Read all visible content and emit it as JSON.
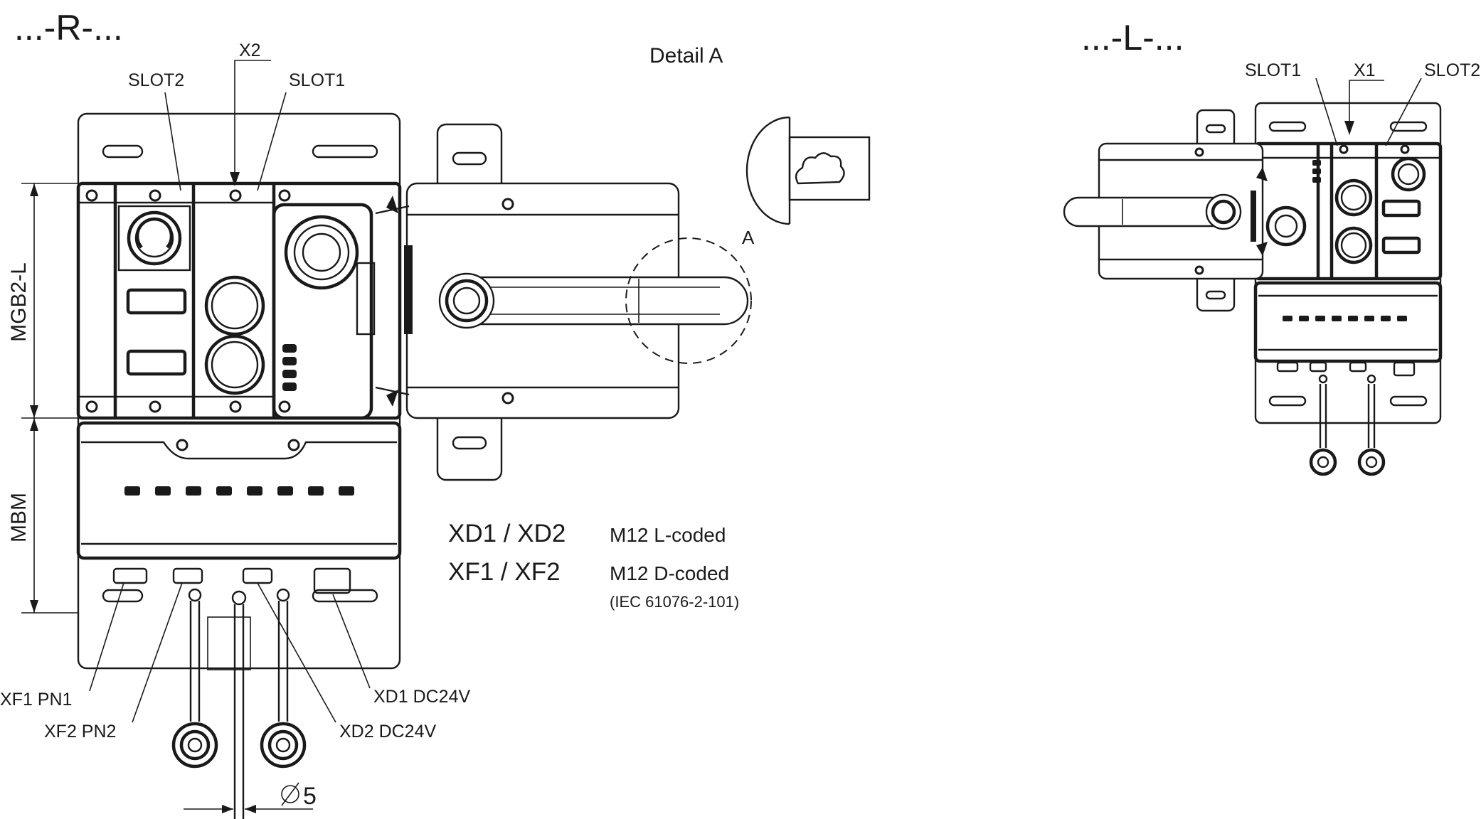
{
  "variants": {
    "right": {
      "title": "...-R-..."
    },
    "left": {
      "title": "...-L-..."
    }
  },
  "labels": {
    "slot1": "SLOT1",
    "slot2": "SLOT2",
    "x1": "X1",
    "x2": "X2",
    "detail_title": "Detail A",
    "detail_marker": "A",
    "diameter": "5",
    "dim_upper": "MGB2-L",
    "dim_lower": "MBM"
  },
  "connectors": {
    "xf1": "XF1 PN1",
    "xf2": "XF2 PN2",
    "xd1": "XD1 DC24V",
    "xd2": "XD2 DC24V"
  },
  "legend": {
    "rows": [
      {
        "ports": "XD1 / XD2",
        "coding": "M12 L-coded"
      },
      {
        "ports": "XF1 / XF2",
        "coding": "M12 D-coded"
      }
    ],
    "standard": "(IEC 61076-2-101)"
  }
}
